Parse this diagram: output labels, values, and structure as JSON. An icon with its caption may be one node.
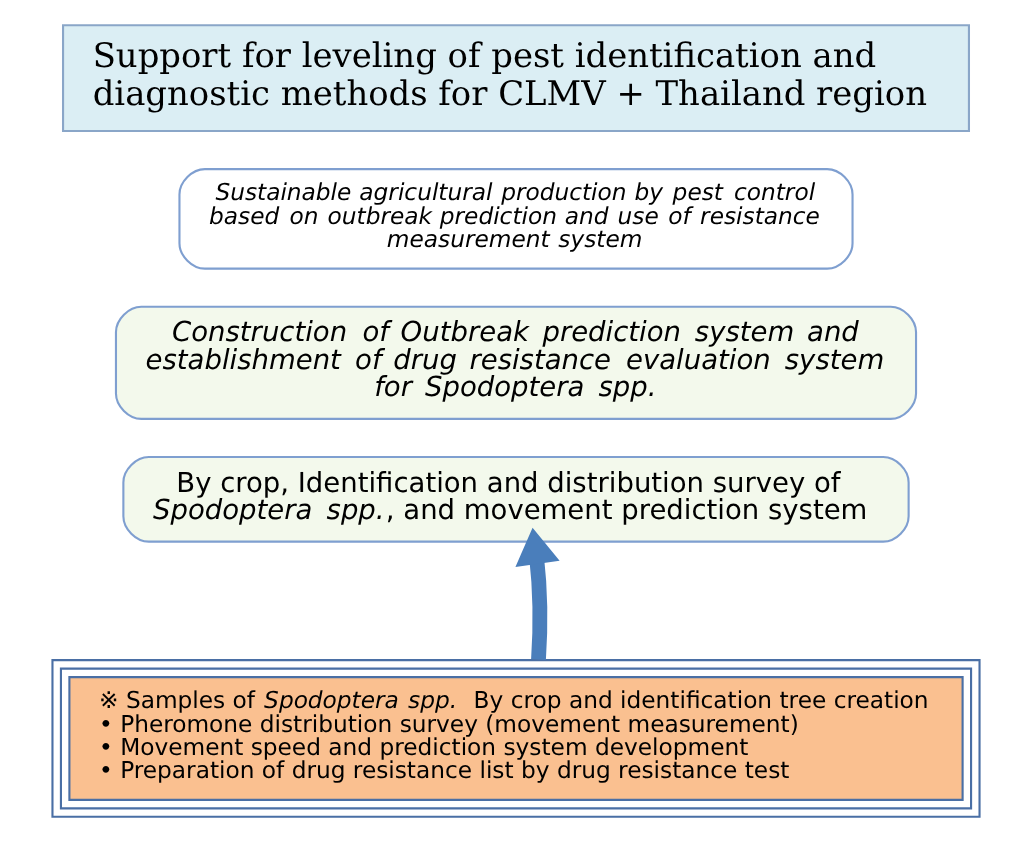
{
  "diagram": {
    "nodes": [
      {
        "text": [
          "Support for leveling of pest identification and diagnostic methods for CLMV + Thailand region"
        ]
      },
      {
        "text": [
          "*Sustainable agricultural production by pest control based on outbreak prediction and use of resistance measurement system*"
        ]
      },
      {
        "text": [
          "*Construction of Outbreak prediction system and establishment of drug resistance evaluation system for Spodoptera spp.*"
        ]
      },
      {
        "text": [
          "By crop, Identification and distribution survey of *Spodoptera spp.*, and movement prediction system"
        ]
      },
      {
        "text": [
          "※ Samples of *Spodoptera spp.* By crop and identification tree creation",
          "• Pheromone distribution survey (movement measurement)",
          "• Movement speed and prediction system development",
          "• Preparation of drug resistance list by drug resistance test"
        ]
      }
    ],
    "edges": [
      {
        "from": 4,
        "to": 3,
        "arrow": "to",
        "color": "#4a7ebb"
      }
    ]
  }
}
